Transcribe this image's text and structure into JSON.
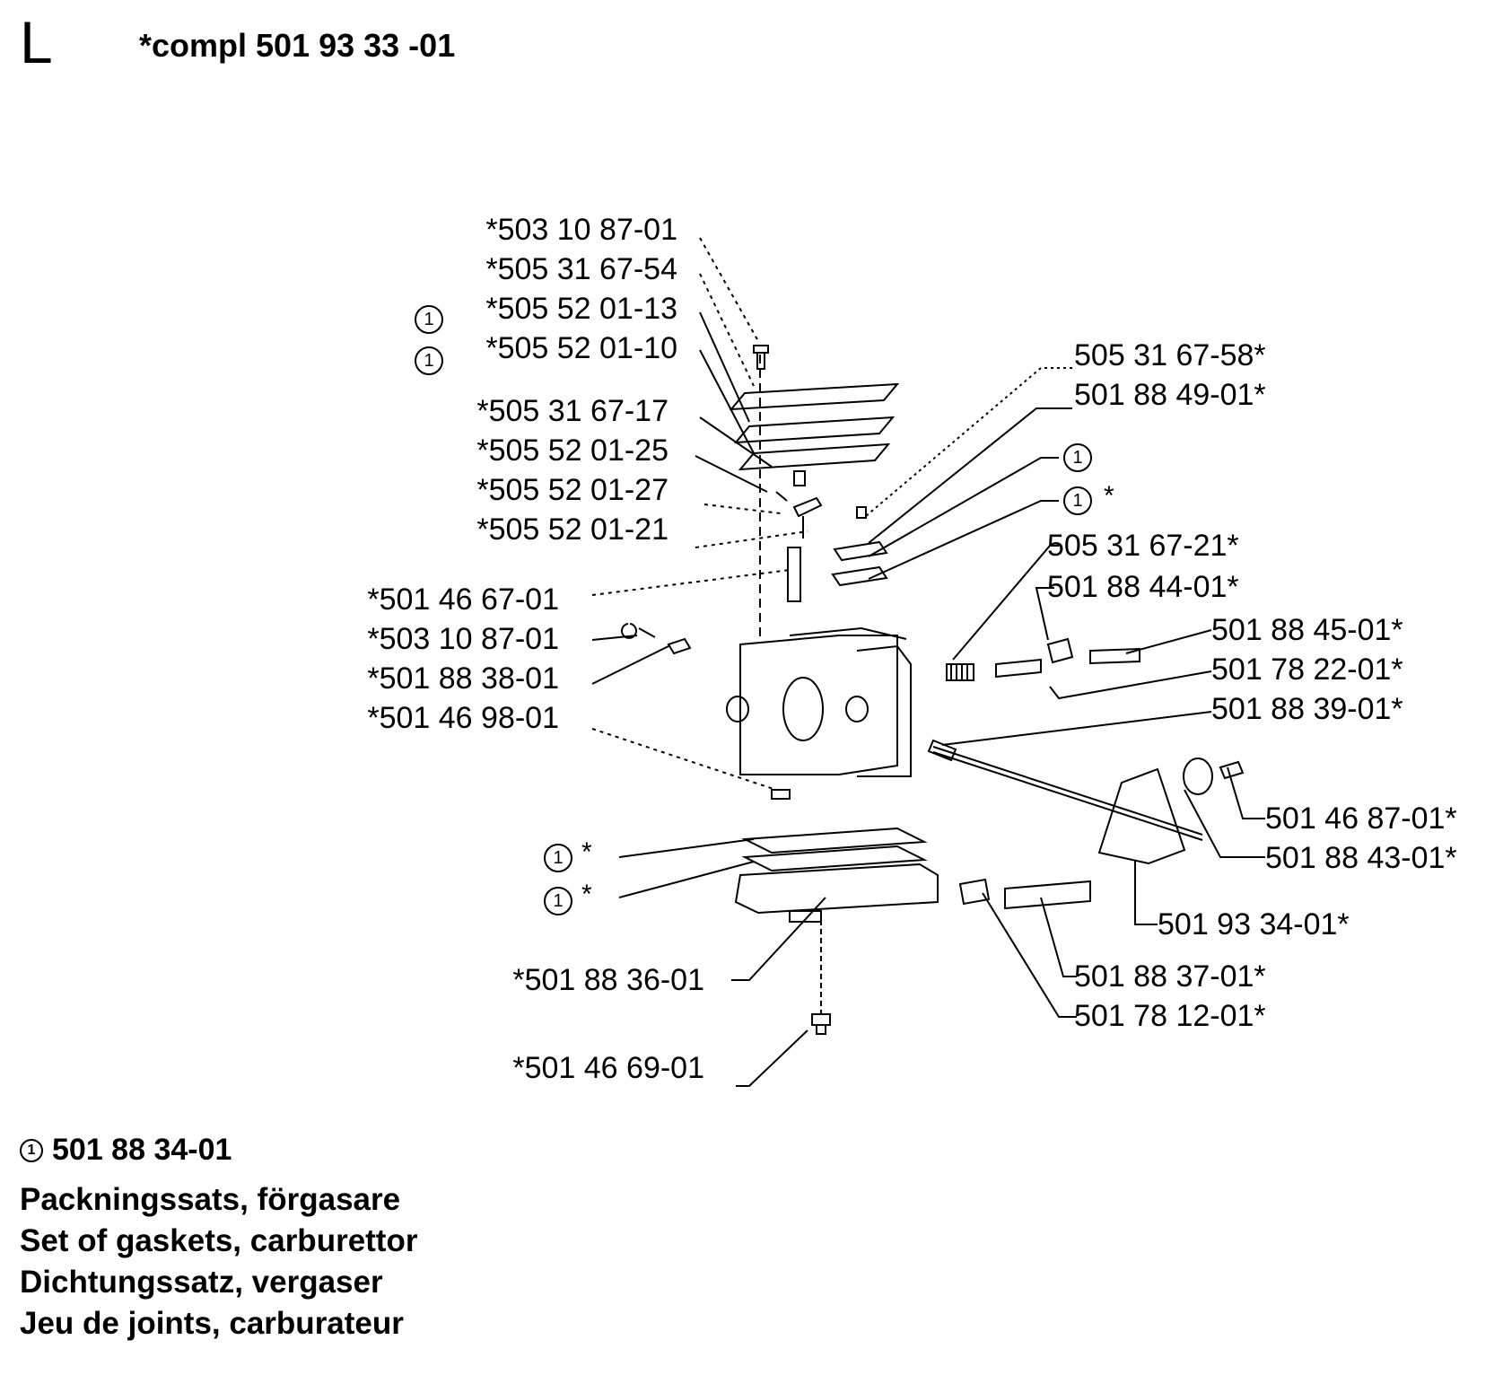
{
  "section_letter": "L",
  "complete_ref": "*compl 501 93 33 -01",
  "callout_symbol": "1",
  "callout_star": "*",
  "labels": {
    "l01": "*503 10 87-01",
    "l02": "*505 31 67-54",
    "l03": "*505 52 01-13",
    "l04": "*505 52 01-10",
    "l05": "*505 31 67-17",
    "l06": "*505 52 01-25",
    "l07": "*505 52 01-27",
    "l08": "*505 52 01-21",
    "l09": "*501 46 67-01",
    "l10": "*503 10 87-01",
    "l11": "*501 88 38-01",
    "l12": "*501 46 98-01",
    "r01": "505 31 67-58*",
    "r02": "501 88 49-01*",
    "r05": "505 31 67-21*",
    "r06": "501 88 44-01*",
    "r07": "501 88 45-01*",
    "r08": "501 78 22-01*",
    "r09": "501 88 39-01*",
    "r10": "501 46 87-01*",
    "r11": "501 88 43-01*",
    "r12": "501 93 34-01*",
    "b01": "*501 88 36-01",
    "b02": "501 88 37-01*",
    "b03": "501 78 12-01*",
    "b04": "*501 46 69-01"
  },
  "kit": {
    "number": "501 88 34-01",
    "descriptions": [
      "Packningssats, förgasare",
      "Set of gaskets, carburettor",
      "Dichtungssatz, vergaser",
      "Jeu de joints, carburateur"
    ]
  }
}
